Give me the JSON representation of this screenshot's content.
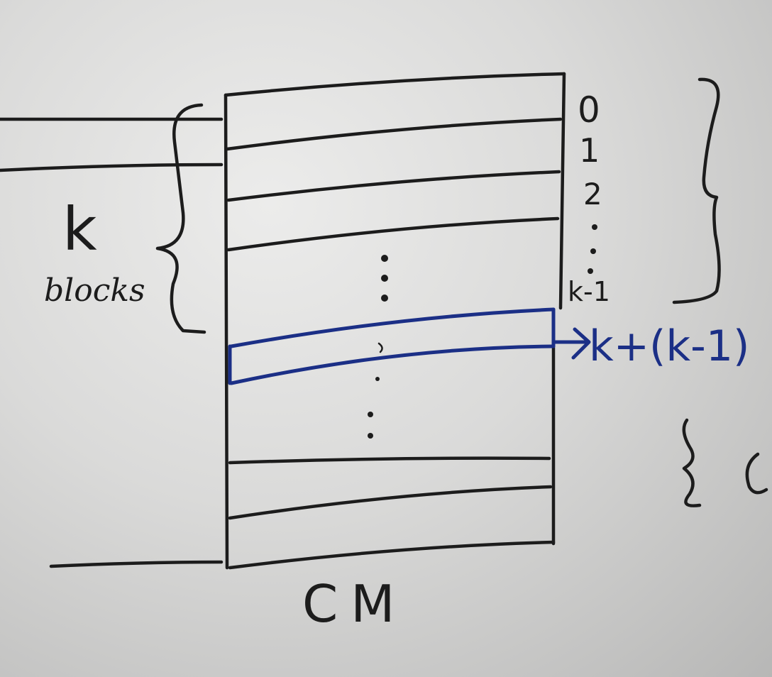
{
  "diagram": {
    "left_label_k": "k",
    "left_label_blocks": "blocks",
    "index_labels": [
      "0",
      "1",
      "2",
      "k-1"
    ],
    "ellipsis": "⋮",
    "arrow_label": "k+(k-1)",
    "caption": "CM",
    "colors": {
      "ink": "#1c1c1c",
      "blue_ink": "#1b2f86",
      "paper": "#e3e3e2"
    }
  }
}
